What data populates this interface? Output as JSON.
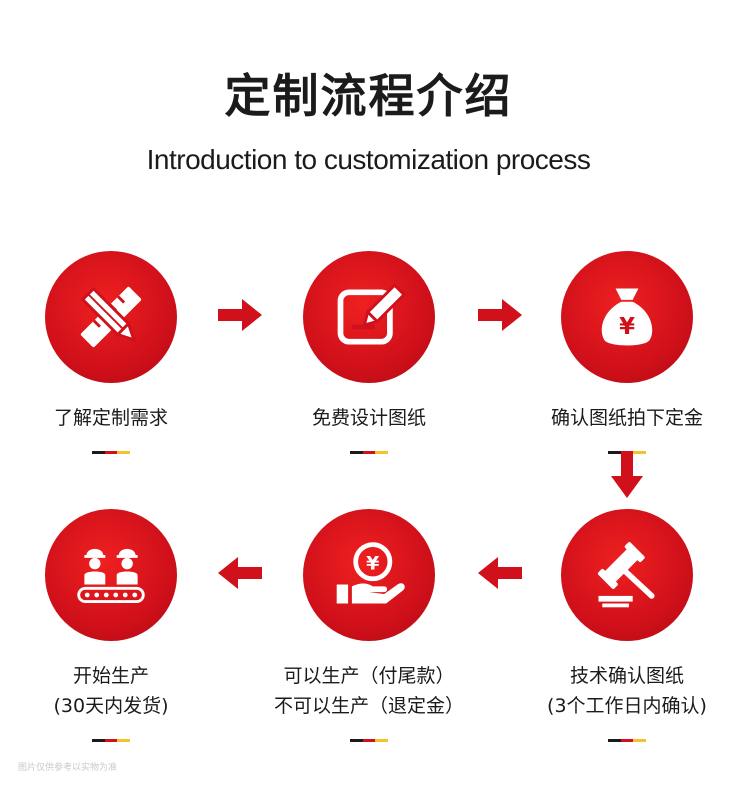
{
  "header": {
    "title": "定制流程介绍",
    "subtitle": "Introduction to customization process"
  },
  "steps": [
    {
      "icon": "pencil-ruler-icon",
      "lines": [
        "了解定制需求"
      ]
    },
    {
      "icon": "edit-document-icon",
      "lines": [
        "免费设计图纸"
      ]
    },
    {
      "icon": "money-bag-icon",
      "lines": [
        "确认图纸拍下定金"
      ]
    },
    {
      "icon": "gavel-icon",
      "lines": [
        "技术确认图纸",
        "(3个工作日内确认)"
      ]
    },
    {
      "icon": "hand-coin-icon",
      "lines": [
        "可以生产（付尾款）",
        "不可以生产（退定金）"
      ]
    },
    {
      "icon": "factory-workers-icon",
      "lines": [
        "开始生产",
        "(30天内发货)"
      ]
    }
  ],
  "colors": {
    "accent_red": "#d0101a",
    "bar_black": "#1a1a1a",
    "bar_red": "#d0101a",
    "bar_yellow": "#f2c230"
  },
  "watermark": "图片仅供参考以实物为准"
}
